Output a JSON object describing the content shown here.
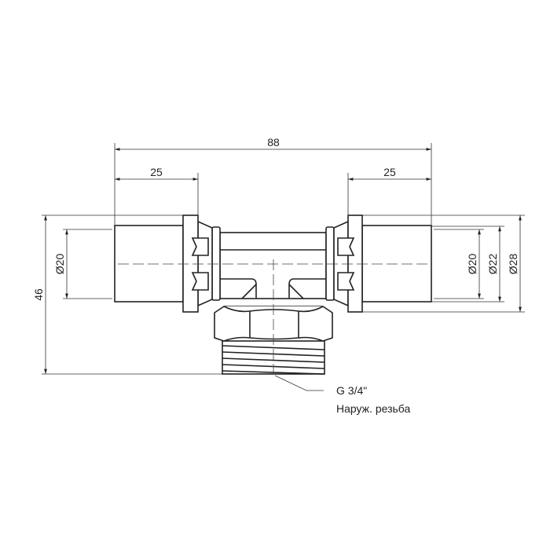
{
  "dimensions": {
    "overall_length": "88",
    "left_socket_length": "25",
    "right_socket_length": "25",
    "height": "46",
    "left_inner_diameter": "Ø20",
    "right_inner_diameter": "Ø20",
    "pipe_outer_diameter": "Ø22",
    "flange_diameter": "Ø28"
  },
  "callout": {
    "thread": "G 3/4\"",
    "thread_type": "Наруж. резьба"
  },
  "colors": {
    "line": "#222222",
    "background": "#ffffff"
  }
}
